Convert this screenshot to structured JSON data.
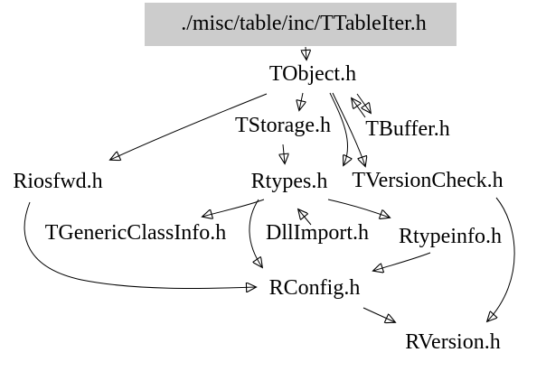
{
  "diagram": {
    "type": "include-dependency-graph",
    "colors": {
      "background": "#ffffff",
      "root_highlight": "#cccccc",
      "edge": "#000000",
      "text": "#000000"
    },
    "nodes": [
      {
        "label": "./misc/table/inc/TTableIter.h",
        "highlighted": true
      },
      {
        "label": "TObject.h",
        "highlighted": false
      },
      {
        "label": "TStorage.h",
        "highlighted": false
      },
      {
        "label": "TBuffer.h",
        "highlighted": false
      },
      {
        "label": "Riosfwd.h",
        "highlighted": false
      },
      {
        "label": "Rtypes.h",
        "highlighted": false
      },
      {
        "label": "TVersionCheck.h",
        "highlighted": false
      },
      {
        "label": "TGenericClassInfo.h",
        "highlighted": false
      },
      {
        "label": "DllImport.h",
        "highlighted": false
      },
      {
        "label": "Rtypeinfo.h",
        "highlighted": false
      },
      {
        "label": "RConfig.h",
        "highlighted": false
      },
      {
        "label": "RVersion.h",
        "highlighted": false
      }
    ],
    "edges": [
      {
        "from": "./misc/table/inc/TTableIter.h",
        "to": "TObject.h"
      },
      {
        "from": "TObject.h",
        "to": "Riosfwd.h"
      },
      {
        "from": "TObject.h",
        "to": "TStorage.h"
      },
      {
        "from": "TObject.h",
        "to": "TBuffer.h"
      },
      {
        "from": "TBuffer.h",
        "to": "TObject.h"
      },
      {
        "from": "TObject.h",
        "to": "Rtypes.h"
      },
      {
        "from": "TObject.h",
        "to": "TVersionCheck.h"
      },
      {
        "from": "TStorage.h",
        "to": "Rtypes.h"
      },
      {
        "from": "Rtypes.h",
        "to": "TGenericClassInfo.h"
      },
      {
        "from": "DllImport.h",
        "to": "Rtypes.h"
      },
      {
        "from": "Rtypes.h",
        "to": "Rtypeinfo.h"
      },
      {
        "from": "Rtypes.h",
        "to": "RConfig.h"
      },
      {
        "from": "Rtypeinfo.h",
        "to": "RConfig.h"
      },
      {
        "from": "Riosfwd.h",
        "to": "RConfig.h"
      },
      {
        "from": "TVersionCheck.h",
        "to": "RVersion.h"
      },
      {
        "from": "RConfig.h",
        "to": "RVersion.h"
      }
    ]
  }
}
